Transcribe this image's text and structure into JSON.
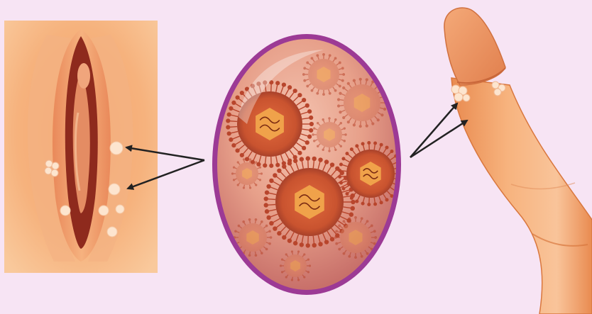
{
  "diagram": {
    "colors": {
      "background": "#f7e4f4",
      "skin_light": "#f8c08f",
      "skin_mid": "#e9985f",
      "skin_dark": "#c9673a",
      "lesion": "#fde7d4",
      "circle_border": "#9c3a95",
      "circle_fill": "#e6a08a",
      "virus_body": "#c9532f",
      "virus_core": "#f0a24a",
      "arrow": "#222222"
    },
    "icons": {
      "left_panel": "vulvar-lesions-illustration",
      "center": "magnified-virus-circle",
      "right_panel": "penile-lesions-illustration"
    }
  }
}
